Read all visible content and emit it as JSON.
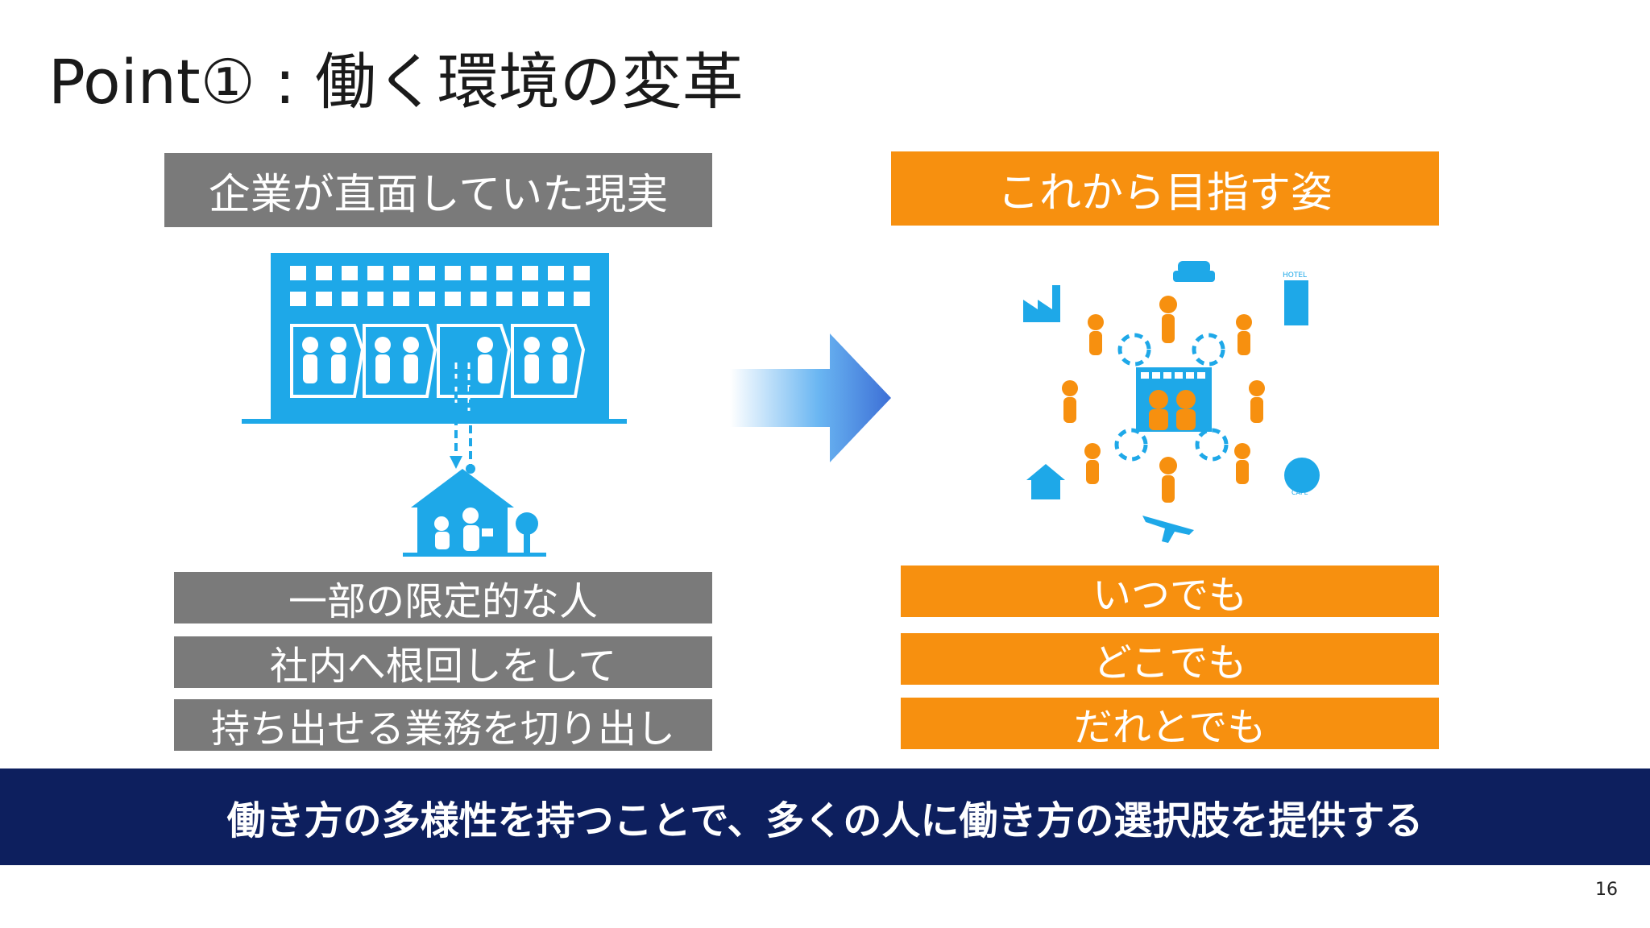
{
  "slide": {
    "title": "Point① : 働く環境の変革",
    "page_number": "16"
  },
  "left": {
    "header": "企業が直面していた現実",
    "items": [
      "一部の限定的な人",
      "社内へ根回しをして",
      "持ち出せる業務を切り出し"
    ],
    "illustration": {
      "building_icon": "office-building-icon",
      "house_icon": "home-icon"
    },
    "color": "#7a7a7a"
  },
  "right": {
    "header": "これから目指す姿",
    "items": [
      "いつでも",
      "どこでも",
      "だれとでも"
    ],
    "illustration": {
      "hotel_label": "HOTEL",
      "cafe_label": "CAFE"
    },
    "color": "#f7900f"
  },
  "arrow": {
    "icon": "right-arrow-icon"
  },
  "banner": {
    "text": "働き方の多様性を持つことで、多くの人に働き方の選択肢を提供する",
    "color": "#0d1f5e"
  },
  "accent_blue": "#1ea8e8"
}
